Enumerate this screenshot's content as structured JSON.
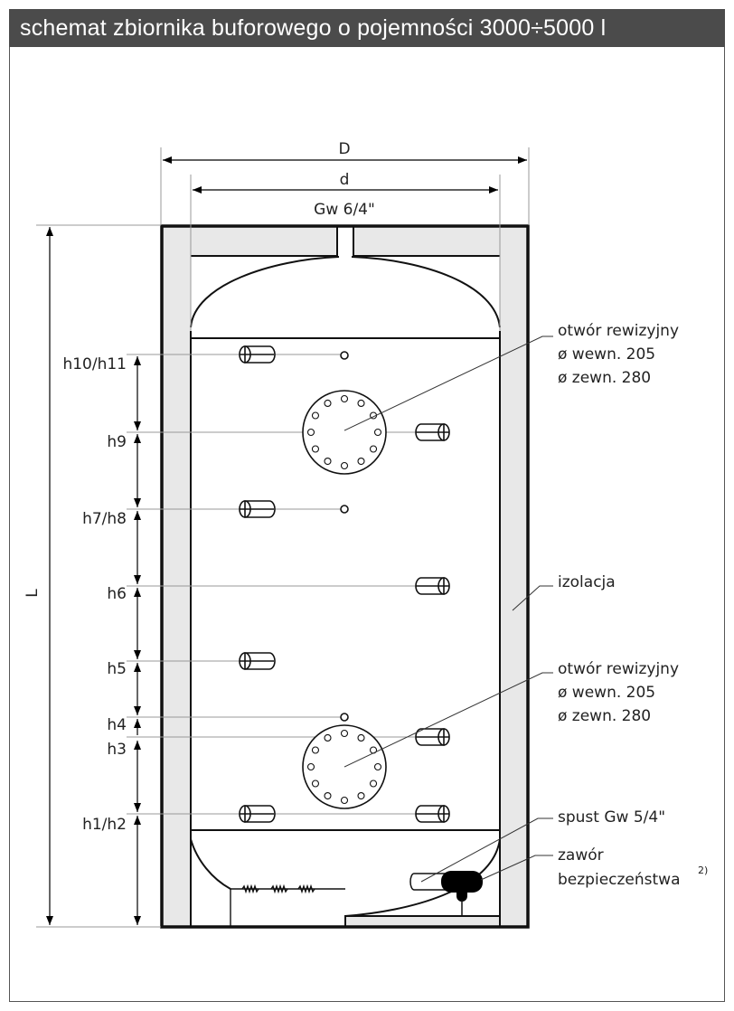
{
  "title": "schemat zbiornika buforowego o pojemności 3000÷5000 l",
  "dimensions": {
    "outer_diameter": "D",
    "inner_diameter": "d",
    "top_connection": "Gw 6/4\"",
    "length": "L"
  },
  "heights": [
    {
      "label": "h10/h11"
    },
    {
      "label": "h9"
    },
    {
      "label": "h7/h8"
    },
    {
      "label": "h6"
    },
    {
      "label": "h5"
    },
    {
      "label": "h4"
    },
    {
      "label": "h3"
    },
    {
      "label": "h1/h2"
    }
  ],
  "callouts": {
    "manhole_top": {
      "line1": "otwór rewizyjny",
      "line2": "ø wewn. 205",
      "line3": "ø zewn. 280"
    },
    "insulation": "izolacja",
    "manhole_bottom": {
      "line1": "otwór rewizyjny",
      "line2": "ø wewn. 205",
      "line3": "ø zewn. 280"
    },
    "drain": "spust Gw 5/4\"",
    "valve_line1": "zawór",
    "valve_line2": "bezpieczeństwa",
    "valve_footnote": "2)"
  },
  "colors": {
    "header_bg": "#4b4b4b",
    "insulation": "#e8e8e8"
  }
}
